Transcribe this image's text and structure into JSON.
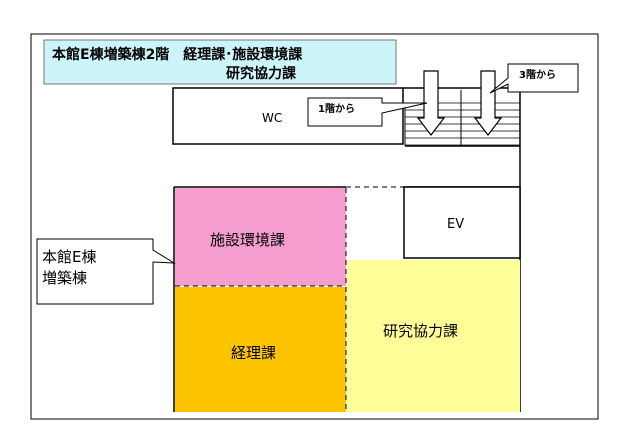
{
  "title": {
    "line1": "本館E棟増築棟2階　経理課･施設環境課",
    "line2": "研究協力課"
  },
  "labels": {
    "wc": "WC",
    "from_1f": "1階から",
    "from_3f": "3階から",
    "building": [
      "本館E棟",
      "増築棟"
    ],
    "ev": "EV"
  },
  "rooms": {
    "shisetsu": "施設環境課",
    "keiri": "経理課",
    "kenkyu": "研究協力課"
  },
  "colors": {
    "title_bg": "#ccf5fa",
    "shisetsu_bg": "#f59dcf",
    "keiri_bg": "#fcc300",
    "kenkyu_bg": "#ffff99"
  }
}
